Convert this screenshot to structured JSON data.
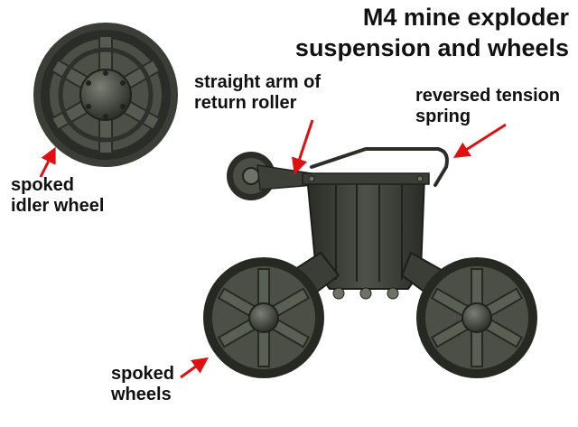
{
  "title": {
    "line1": "M4 mine exploder",
    "line2": "suspension and wheels"
  },
  "labels": {
    "idler_line1": "spoked",
    "idler_line2": "idler wheel",
    "return_line1": "straight arm of",
    "return_line2": "return roller",
    "spring_line1": "reversed tension",
    "spring_line2": "spring",
    "wheels_line1": "spoked",
    "wheels_line2": "wheels"
  },
  "colors": {
    "arrow": "#e01010",
    "metal_dark": "#2b2e28",
    "metal_mid": "#4a4e45",
    "metal_light": "#6d7266",
    "text": "#111111"
  }
}
